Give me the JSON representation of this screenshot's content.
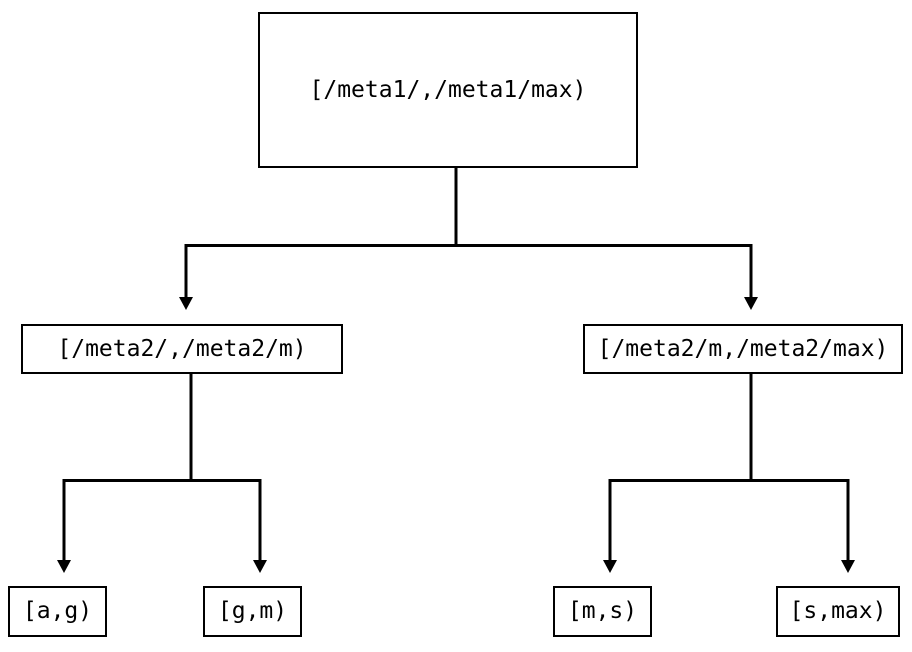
{
  "diagram": {
    "type": "tree",
    "orientation": "top-down",
    "background_color": "#ffffff",
    "stroke_color": "#000000",
    "text_color": "#000000",
    "nodes": {
      "root": {
        "label": "[/meta1/,/meta1/max)",
        "level": 0
      },
      "mid_left": {
        "label": "[/meta2/,/meta2/m)",
        "level": 1
      },
      "mid_right": {
        "label": "[/meta2/m,/meta2/max)",
        "level": 1
      },
      "leaf_1": {
        "label": "[a,g)",
        "level": 2
      },
      "leaf_2": {
        "label": "[g,m)",
        "level": 2
      },
      "leaf_3": {
        "label": "[m,s)",
        "level": 2
      },
      "leaf_4": {
        "label": "[s,max)",
        "level": 2
      }
    },
    "edges": [
      {
        "from": "root",
        "to": "mid_left",
        "arrow": "down-triangle"
      },
      {
        "from": "root",
        "to": "mid_right",
        "arrow": "down-triangle"
      },
      {
        "from": "mid_left",
        "to": "leaf_1",
        "arrow": "down-triangle"
      },
      {
        "from": "mid_left",
        "to": "leaf_2",
        "arrow": "down-triangle"
      },
      {
        "from": "mid_right",
        "to": "leaf_3",
        "arrow": "down-triangle"
      },
      {
        "from": "mid_right",
        "to": "leaf_4",
        "arrow": "down-triangle"
      }
    ]
  }
}
